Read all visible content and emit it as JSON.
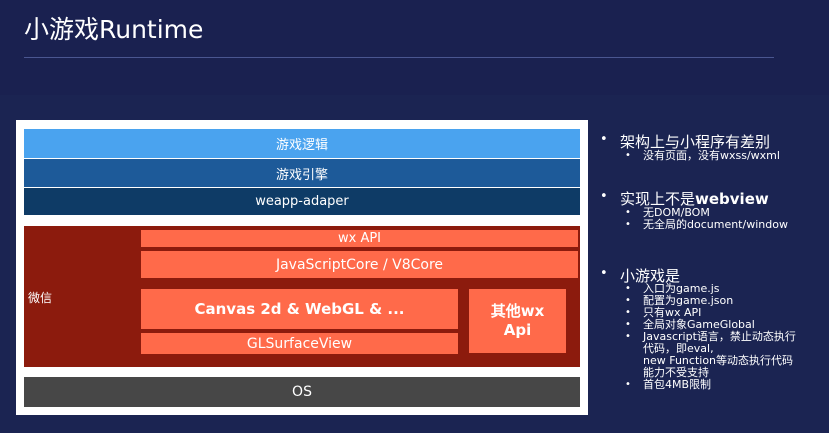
{
  "page": {
    "title": "小游戏Runtime"
  },
  "diagram": {
    "layers": {
      "game_logic": "游戏逻辑",
      "game_engine": "游戏引擎",
      "adapter": "weapp-adaper",
      "wechat": "微信",
      "wx_api": "wx API",
      "js_core": "JavaScriptCore / V8Core",
      "canvas": "Canvas 2d & WebGL & ...",
      "gl_surface": "GLSurfaceView",
      "other_api_line1": "其他wx",
      "other_api_line2": "Api",
      "os": "OS"
    },
    "colors": {
      "game_logic": "#4aa3ef",
      "game_engine": "#1d5a99",
      "adapter": "#0e3b66",
      "wechat": "#8c1b0d",
      "component": "#ff6a4a",
      "os": "#474747",
      "background": "#1b2452"
    }
  },
  "notes": {
    "bullet_char": "•",
    "section1": {
      "heading": "架构上与小程序有差别",
      "items": [
        "没有页面，没有wxss/wxml"
      ]
    },
    "section2": {
      "heading_prefix": "实现上不是",
      "heading_strong": "webview",
      "items": [
        "无DOM/BOM",
        "无全局的document/window"
      ]
    },
    "section3": {
      "heading": "小游戏是",
      "items": [
        "入口为game.js",
        "配置为game.json",
        "只有wx API",
        "全局对象GameGlobal",
        "Javascript语言，禁止动态执行",
        "代码，即eval,",
        "new Function等动态执行代码",
        "能力不受支持",
        "首包4MB限制"
      ]
    }
  }
}
